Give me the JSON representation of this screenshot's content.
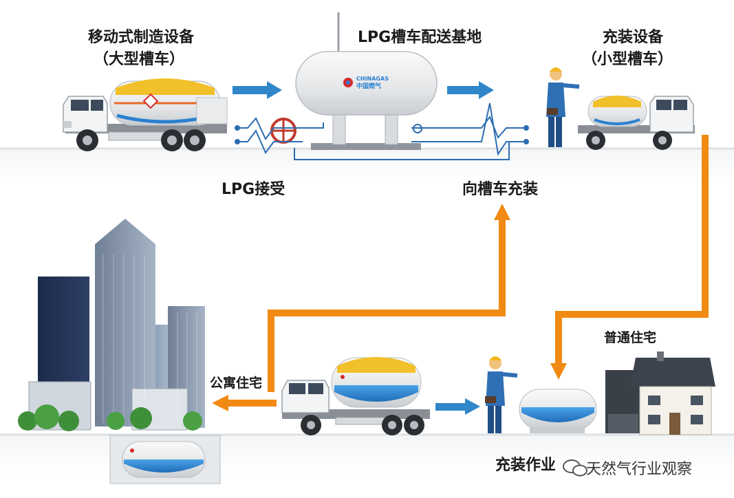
{
  "labels": {
    "mobile_title_line1": "移动式制造设备",
    "mobile_title_line2": "（大型槽车）",
    "base_title": "LPG槽车配送基地",
    "fill_title_line1": "充装设备",
    "fill_title_line2": "（小型槽车）",
    "lpg_receive": "LPG接受",
    "tanker_filling": "向槽车充装",
    "apartment": "公寓住宅",
    "house": "普通住宅",
    "filling_work": "充装作业"
  },
  "tank_logo": {
    "en": "CHINAGAS",
    "cn": "中国燃气"
  },
  "watermark": {
    "text": "天然气行业观察"
  },
  "colors": {
    "flow_arrow_blue": "#2f86c8",
    "flow_line_orange": "#f08a12",
    "pipe_blue": "#2b6cb0",
    "tank_yellow": "#f2c02a",
    "tank_blue": "#2a7fd0",
    "ground": "#e9ecef"
  }
}
